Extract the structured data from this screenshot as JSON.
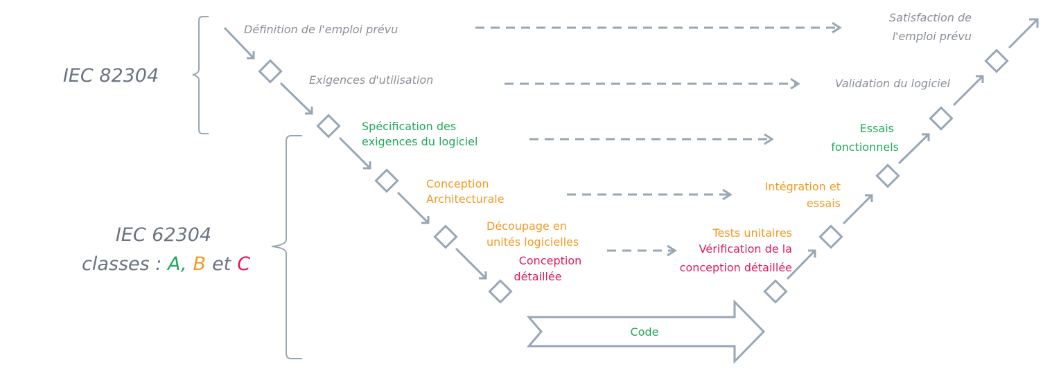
{
  "colors": {
    "line": "#98a6b5",
    "gray_text": "#8a8f96",
    "std_text": "#6a7381",
    "class_a": "#22a85a",
    "class_b": "#f39a23",
    "class_c": "#e0195f"
  },
  "standards": {
    "iec82304": "IEC 82304",
    "iec62304_line1": "IEC 62304",
    "iec62304_prefix": "classes : ",
    "class_a": "A,",
    "class_b": "B",
    "and_word": "et",
    "class_c": "C"
  },
  "left": {
    "definition": "Définition de l'emploi prévu",
    "exigences": "Exigences d'utilisation",
    "spec_line1": "Spécification des",
    "spec_line2": "exigences du logiciel",
    "conc_line1": "Conception",
    "conc_line2": "Architecturale",
    "decoup_line1": "Découpage en",
    "decoup_line2": "unités logicielles",
    "detail_line1": "Conception",
    "detail_line2": "détaillée"
  },
  "right": {
    "satisf_line1": "Satisfaction de",
    "satisf_line2": "l'emploi prévu",
    "validation": "Validation du logiciel",
    "essais_line1": "Essais",
    "essais_line2": "fonctionnels",
    "integ_line1": "Intégration et",
    "integ_line2": "essais",
    "tests": "Tests unitaires",
    "verif_line1": "Vérification de la",
    "verif_line2": "conception détaillée"
  },
  "code": "Code"
}
